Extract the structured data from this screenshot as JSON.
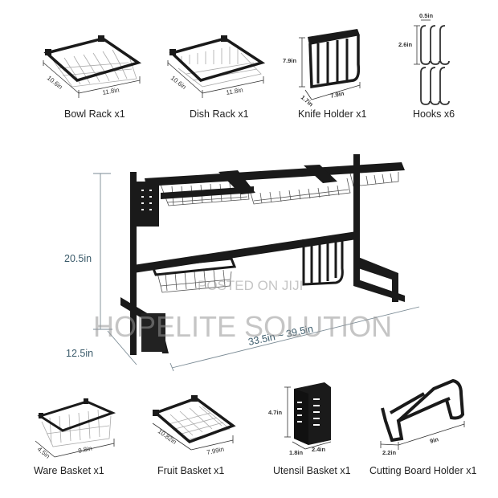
{
  "accessories_top": [
    {
      "label": "Bowl Rack x1",
      "dims": [
        "10.6in",
        "11.8in"
      ]
    },
    {
      "label": "Dish Rack x1",
      "dims": [
        "10.6in",
        "11.8in"
      ]
    },
    {
      "label": "Knife Holder x1",
      "dims": [
        "7.9in",
        "1.7in",
        "7.9in"
      ]
    },
    {
      "label": "Hooks x6",
      "dims": [
        "0.5in",
        "2.6in"
      ]
    }
  ],
  "main_rack": {
    "height": "20.5in",
    "depth": "12.5in",
    "width": "33.5in ~ 39.5in"
  },
  "accessories_bottom": [
    {
      "label": "Ware Basket x1",
      "dims": [
        "4.5in",
        "9.8in"
      ]
    },
    {
      "label": "Fruit Basket x1",
      "dims": [
        "10.82in",
        "7.99in"
      ]
    },
    {
      "label": "Utensil Basket x1",
      "dims": [
        "4.7in",
        "1.8in",
        "2.4in"
      ]
    },
    {
      "label": "Cutting Board Holder x1",
      "dims": [
        "2.2in",
        "9in"
      ]
    }
  ],
  "watermarks": {
    "posted": "POSTED ON JIJI",
    "brand": "HOPELITE SOLUTION"
  }
}
